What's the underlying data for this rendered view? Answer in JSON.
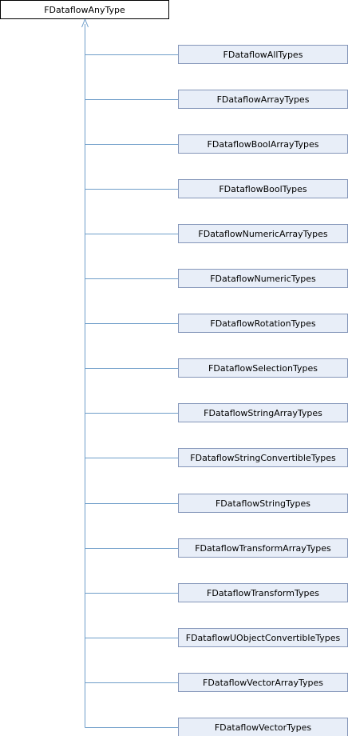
{
  "diagram": {
    "base_class": "FDataflowAnyType",
    "derived_classes": [
      "FDataflowAllTypes",
      "FDataflowArrayTypes",
      "FDataflowBoolArrayTypes",
      "FDataflowBoolTypes",
      "FDataflowNumericArrayTypes",
      "FDataflowNumericTypes",
      "FDataflowRotationTypes",
      "FDataflowSelectionTypes",
      "FDataflowStringArrayTypes",
      "FDataflowStringConvertibleTypes",
      "FDataflowStringTypes",
      "FDataflowTransformArrayTypes",
      "FDataflowTransformTypes",
      "FDataflowUObjectConvertibleTypes",
      "FDataflowVectorArrayTypes",
      "FDataflowVectorTypes"
    ],
    "colors": {
      "base_fill": "#ffffff",
      "base_stroke": "#000000",
      "derived_fill": "#e8eef8",
      "derived_stroke": "#8496b9",
      "edge": "#6f9ec9"
    }
  }
}
